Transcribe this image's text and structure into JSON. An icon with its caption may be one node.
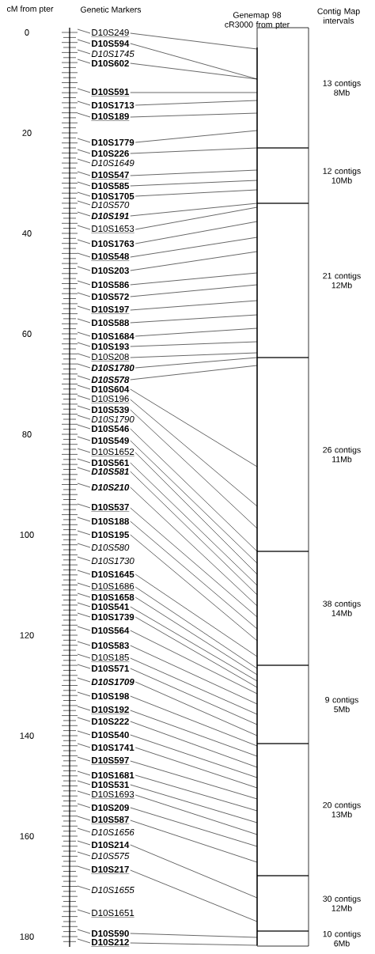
{
  "diagram": {
    "nodes": [
      {
        "text": [],
        "shape": "bar"
      },
      {
        "text": [
          "D10S249"
        ]
      },
      {
        "text": [
          "D10S594"
        ]
      },
      {
        "text": [
          "D10S1745"
        ]
      },
      {
        "text": [
          "D10S602"
        ]
      },
      {
        "text": [
          "D10S591"
        ]
      },
      {
        "text": [
          "D10S1713"
        ]
      },
      {
        "text": [
          "D10S189"
        ]
      },
      {
        "text": [
          "D10S1779"
        ]
      },
      {
        "text": [
          "D10S226"
        ]
      },
      {
        "text": [
          "D10S1649"
        ]
      },
      {
        "text": [
          "D10S547"
        ]
      },
      {
        "text": [
          "D10S585"
        ]
      },
      {
        "text": [
          "D10S1705"
        ]
      },
      {
        "text": [
          "D10S570"
        ]
      },
      {
        "text": [
          "D10S191"
        ]
      },
      {
        "text": [
          "D10S1653"
        ]
      },
      {
        "text": [
          "D10S1763"
        ]
      },
      {
        "text": [
          "D10S548"
        ]
      },
      {
        "text": [
          "D10S203"
        ]
      },
      {
        "text": [
          "D10S586"
        ]
      },
      {
        "text": [
          "D10S572"
        ]
      },
      {
        "text": [
          "D10S197"
        ]
      },
      {
        "text": [
          "D10S588"
        ]
      },
      {
        "text": [
          "D10S1684"
        ]
      },
      {
        "text": [
          "D10S193"
        ]
      },
      {
        "text": [
          "D10S208"
        ]
      },
      {
        "text": [
          "D10S1780"
        ]
      },
      {
        "text": [
          "D10S578"
        ]
      },
      {
        "text": [
          "D10S604"
        ]
      },
      {
        "text": [
          "D10S196"
        ]
      },
      {
        "text": [
          "D10S539"
        ]
      },
      {
        "text": [
          "D10S1790"
        ]
      },
      {
        "text": [
          "D10S546"
        ]
      },
      {
        "text": [
          "D10S549"
        ]
      },
      {
        "text": [
          "D10S1652"
        ]
      },
      {
        "text": [
          "D10S561"
        ]
      },
      {
        "text": [
          "D10S581"
        ]
      },
      {
        "text": [
          "D10S210"
        ]
      },
      {
        "text": [
          "D10S537"
        ]
      },
      {
        "text": [
          "D10S188"
        ]
      },
      {
        "text": [
          "D10S195"
        ]
      },
      {
        "text": [
          "D10S580"
        ]
      },
      {
        "text": [
          "D10S1730"
        ]
      },
      {
        "text": [
          "D10S1645"
        ]
      },
      {
        "text": [
          "D10S1686"
        ]
      },
      {
        "text": [
          "D10S1658"
        ]
      },
      {
        "text": [
          "D10S541"
        ]
      },
      {
        "text": [
          "D10S1739"
        ]
      },
      {
        "text": [
          "D10S564"
        ]
      },
      {
        "text": [
          "D10S583"
        ]
      },
      {
        "text": [
          "D10S185"
        ]
      },
      {
        "text": [
          "D10S571"
        ]
      },
      {
        "text": [
          "D10S1709"
        ]
      },
      {
        "text": [
          "D10S198"
        ]
      },
      {
        "text": [
          "D10S192"
        ]
      },
      {
        "text": [
          "D10S222"
        ]
      },
      {
        "text": [
          "D10S540"
        ]
      },
      {
        "text": [
          "D10S1741"
        ]
      },
      {
        "text": [
          "D10S597"
        ]
      },
      {
        "text": [
          "D10S1681"
        ]
      },
      {
        "text": [
          "D10S531"
        ]
      },
      {
        "text": [
          "D10S1693"
        ]
      },
      {
        "text": [
          "D10S209"
        ]
      },
      {
        "text": [
          "D10S587"
        ]
      },
      {
        "text": [
          "D10S1656"
        ]
      },
      {
        "text": [
          "D10S214"
        ]
      },
      {
        "text": [
          "D10S575"
        ]
      },
      {
        "text": [
          "D10S217"
        ]
      },
      {
        "text": [
          "D10S1655"
        ]
      },
      {
        "text": [
          "D10S1651"
        ]
      },
      {
        "text": [
          "D10S590"
        ]
      },
      {
        "text": [
          "D10S212"
        ]
      },
      {
        "text": [
          "Genemap 98 cR3000 from pter"
        ]
      },
      {
        "text": [],
        "shape": "box",
        "beside": [
          "13 contigs 8Mb"
        ]
      },
      {
        "text": [],
        "shape": "box",
        "beside": [
          "12 contigs 10Mb"
        ]
      },
      {
        "text": [],
        "shape": "box",
        "beside": [
          "21 contigs 12Mb"
        ]
      },
      {
        "text": [],
        "shape": "box",
        "beside": [
          "26 contigs 11Mb"
        ]
      },
      {
        "text": [],
        "shape": "box",
        "beside": [
          "38 contigs 14Mb"
        ]
      },
      {
        "text": [],
        "shape": "box",
        "beside": [
          "9 contigs 5Mb"
        ]
      },
      {
        "text": [],
        "shape": "box",
        "beside": [
          "20 contigs 13Mb"
        ]
      },
      {
        "text": [],
        "shape": "box",
        "beside": [
          "30 contigs 12Mb"
        ]
      },
      {
        "text": [],
        "shape": "box",
        "beside": [
          "10 contigs 6Mb"
        ]
      }
    ],
    "edges": [
      {
        "from": 1,
        "to": 0,
        "arrow": "none"
      },
      {
        "from": 1,
        "to": 73,
        "arrow": "none"
      },
      {
        "from": 2,
        "to": 0,
        "arrow": "none"
      },
      {
        "from": 2,
        "to": 73,
        "arrow": "none"
      },
      {
        "from": 3,
        "to": 0,
        "arrow": "none"
      },
      {
        "from": 4,
        "to": 0,
        "arrow": "none"
      },
      {
        "from": 4,
        "to": 73,
        "arrow": "none"
      },
      {
        "from": 5,
        "to": 0,
        "arrow": "none"
      },
      {
        "from": 5,
        "to": 73,
        "arrow": "none"
      },
      {
        "from": 6,
        "to": 0,
        "arrow": "none"
      },
      {
        "from": 6,
        "to": 73,
        "arrow": "none"
      },
      {
        "from": 7,
        "to": 0,
        "arrow": "none"
      },
      {
        "from": 7,
        "to": 73,
        "arrow": "none"
      },
      {
        "from": 8,
        "to": 0,
        "arrow": "none"
      },
      {
        "from": 8,
        "to": 73,
        "arrow": "none"
      },
      {
        "from": 9,
        "to": 0,
        "arrow": "none"
      },
      {
        "from": 9,
        "to": 73,
        "arrow": "none"
      },
      {
        "from": 10,
        "to": 0,
        "arrow": "none"
      },
      {
        "from": 11,
        "to": 0,
        "arrow": "none"
      },
      {
        "from": 11,
        "to": 73,
        "arrow": "none"
      },
      {
        "from": 12,
        "to": 0,
        "arrow": "none"
      },
      {
        "from": 12,
        "to": 73,
        "arrow": "none"
      },
      {
        "from": 13,
        "to": 0,
        "arrow": "none"
      },
      {
        "from": 13,
        "to": 73,
        "arrow": "none"
      },
      {
        "from": 14,
        "to": 0,
        "arrow": "none"
      },
      {
        "from": 15,
        "to": 0,
        "arrow": "none"
      },
      {
        "from": 15,
        "to": 73,
        "arrow": "none"
      },
      {
        "from": 16,
        "to": 0,
        "arrow": "none"
      },
      {
        "from": 16,
        "to": 73,
        "arrow": "none"
      },
      {
        "from": 17,
        "to": 0,
        "arrow": "none"
      },
      {
        "from": 17,
        "to": 73,
        "arrow": "none"
      },
      {
        "from": 18,
        "to": 0,
        "arrow": "none"
      },
      {
        "from": 18,
        "to": 73,
        "arrow": "none"
      },
      {
        "from": 19,
        "to": 0,
        "arrow": "none"
      },
      {
        "from": 19,
        "to": 73,
        "arrow": "none"
      },
      {
        "from": 20,
        "to": 0,
        "arrow": "none"
      },
      {
        "from": 20,
        "to": 73,
        "arrow": "none"
      },
      {
        "from": 21,
        "to": 0,
        "arrow": "none"
      },
      {
        "from": 21,
        "to": 73,
        "arrow": "none"
      },
      {
        "from": 22,
        "to": 0,
        "arrow": "none"
      },
      {
        "from": 22,
        "to": 73,
        "arrow": "none"
      },
      {
        "from": 23,
        "to": 0,
        "arrow": "none"
      },
      {
        "from": 23,
        "to": 73,
        "arrow": "none"
      },
      {
        "from": 24,
        "to": 0,
        "arrow": "none"
      },
      {
        "from": 24,
        "to": 73,
        "arrow": "none"
      },
      {
        "from": 25,
        "to": 0,
        "arrow": "none"
      },
      {
        "from": 25,
        "to": 73,
        "arrow": "none"
      },
      {
        "from": 26,
        "to": 0,
        "arrow": "none"
      },
      {
        "from": 26,
        "to": 73,
        "arrow": "none"
      },
      {
        "from": 27,
        "to": 0,
        "arrow": "none"
      },
      {
        "from": 27,
        "to": 73,
        "arrow": "none"
      },
      {
        "from": 28,
        "to": 0,
        "arrow": "none"
      },
      {
        "from": 28,
        "to": 73,
        "arrow": "none"
      },
      {
        "from": 29,
        "to": 0,
        "arrow": "none"
      },
      {
        "from": 29,
        "to": 73,
        "arrow": "none"
      },
      {
        "from": 30,
        "to": 0,
        "arrow": "none"
      },
      {
        "from": 30,
        "to": 73,
        "arrow": "none"
      },
      {
        "from": 31,
        "to": 0,
        "arrow": "none"
      },
      {
        "from": 31,
        "to": 73,
        "arrow": "none"
      },
      {
        "from": 32,
        "to": 0,
        "arrow": "none"
      },
      {
        "from": 33,
        "to": 0,
        "arrow": "none"
      },
      {
        "from": 33,
        "to": 73,
        "arrow": "none"
      },
      {
        "from": 34,
        "to": 0,
        "arrow": "none"
      },
      {
        "from": 34,
        "to": 73,
        "arrow": "none"
      },
      {
        "from": 35,
        "to": 0,
        "arrow": "none"
      },
      {
        "from": 35,
        "to": 73,
        "arrow": "none"
      },
      {
        "from": 36,
        "to": 0,
        "arrow": "none"
      },
      {
        "from": 36,
        "to": 73,
        "arrow": "none"
      },
      {
        "from": 37,
        "to": 0,
        "arrow": "none"
      },
      {
        "from": 37,
        "to": 73,
        "arrow": "none"
      },
      {
        "from": 38,
        "to": 0,
        "arrow": "none"
      },
      {
        "from": 38,
        "to": 73,
        "arrow": "none"
      },
      {
        "from": 39,
        "to": 0,
        "arrow": "none"
      },
      {
        "from": 39,
        "to": 73,
        "arrow": "none"
      },
      {
        "from": 40,
        "to": 0,
        "arrow": "none"
      },
      {
        "from": 40,
        "to": 73,
        "arrow": "none"
      },
      {
        "from": 41,
        "to": 0,
        "arrow": "none"
      },
      {
        "from": 41,
        "to": 73,
        "arrow": "none"
      },
      {
        "from": 42,
        "to": 0,
        "arrow": "none"
      },
      {
        "from": 43,
        "to": 0,
        "arrow": "none"
      },
      {
        "from": 44,
        "to": 0,
        "arrow": "none"
      },
      {
        "from": 44,
        "to": 73,
        "arrow": "none"
      },
      {
        "from": 45,
        "to": 0,
        "arrow": "none"
      },
      {
        "from": 45,
        "to": 73,
        "arrow": "none"
      },
      {
        "from": 46,
        "to": 0,
        "arrow": "none"
      },
      {
        "from": 46,
        "to": 73,
        "arrow": "none"
      },
      {
        "from": 47,
        "to": 0,
        "arrow": "none"
      },
      {
        "from": 47,
        "to": 73,
        "arrow": "none"
      },
      {
        "from": 48,
        "to": 0,
        "arrow": "none"
      },
      {
        "from": 48,
        "to": 73,
        "arrow": "none"
      },
      {
        "from": 49,
        "to": 0,
        "arrow": "none"
      },
      {
        "from": 49,
        "to": 73,
        "arrow": "none"
      },
      {
        "from": 50,
        "to": 0,
        "arrow": "none"
      },
      {
        "from": 50,
        "to": 73,
        "arrow": "none"
      },
      {
        "from": 51,
        "to": 0,
        "arrow": "none"
      },
      {
        "from": 51,
        "to": 73,
        "arrow": "none"
      },
      {
        "from": 52,
        "to": 0,
        "arrow": "none"
      },
      {
        "from": 52,
        "to": 73,
        "arrow": "none"
      },
      {
        "from": 53,
        "to": 0,
        "arrow": "none"
      },
      {
        "from": 53,
        "to": 73,
        "arrow": "none"
      },
      {
        "from": 54,
        "to": 0,
        "arrow": "none"
      },
      {
        "from": 54,
        "to": 73,
        "arrow": "none"
      },
      {
        "from": 55,
        "to": 0,
        "arrow": "none"
      },
      {
        "from": 55,
        "to": 73,
        "arrow": "none"
      },
      {
        "from": 56,
        "to": 0,
        "arrow": "none"
      },
      {
        "from": 56,
        "to": 73,
        "arrow": "none"
      },
      {
        "from": 57,
        "to": 0,
        "arrow": "none"
      },
      {
        "from": 57,
        "to": 73,
        "arrow": "none"
      },
      {
        "from": 58,
        "to": 0,
        "arrow": "none"
      },
      {
        "from": 58,
        "to": 73,
        "arrow": "none"
      },
      {
        "from": 59,
        "to": 0,
        "arrow": "none"
      },
      {
        "from": 59,
        "to": 73,
        "arrow": "none"
      },
      {
        "from": 60,
        "to": 0,
        "arrow": "none"
      },
      {
        "from": 60,
        "to": 73,
        "arrow": "none"
      },
      {
        "from": 61,
        "to": 0,
        "arrow": "none"
      },
      {
        "from": 61,
        "to": 73,
        "arrow": "none"
      },
      {
        "from": 62,
        "to": 0,
        "arrow": "none"
      },
      {
        "from": 62,
        "to": 73,
        "arrow": "none"
      },
      {
        "from": 63,
        "to": 0,
        "arrow": "none"
      },
      {
        "from": 63,
        "to": 73,
        "arrow": "none"
      },
      {
        "from": 64,
        "to": 0,
        "arrow": "none"
      },
      {
        "from": 64,
        "to": 73,
        "arrow": "none"
      },
      {
        "from": 65,
        "to": 0,
        "arrow": "none"
      },
      {
        "from": 66,
        "to": 0,
        "arrow": "none"
      },
      {
        "from": 66,
        "to": 73,
        "arrow": "none"
      },
      {
        "from": 67,
        "to": 0,
        "arrow": "none"
      },
      {
        "from": 68,
        "to": 0,
        "arrow": "none"
      },
      {
        "from": 68,
        "to": 73,
        "arrow": "none"
      },
      {
        "from": 69,
        "to": 0,
        "arrow": "none"
      },
      {
        "from": 70,
        "to": 0,
        "arrow": "none"
      },
      {
        "from": 71,
        "to": 0,
        "arrow": "none"
      },
      {
        "from": 71,
        "to": 73,
        "arrow": "none"
      },
      {
        "from": 72,
        "to": 0,
        "arrow": "none"
      },
      {
        "from": 72,
        "to": 73,
        "arrow": "none"
      }
    ],
    "labels": [
      "cM from pter",
      "Genetic Markers",
      "Contig Map intervals",
      "0",
      "20",
      "40",
      "60",
      "80",
      "100",
      "120",
      "140",
      "160",
      "180"
    ]
  }
}
